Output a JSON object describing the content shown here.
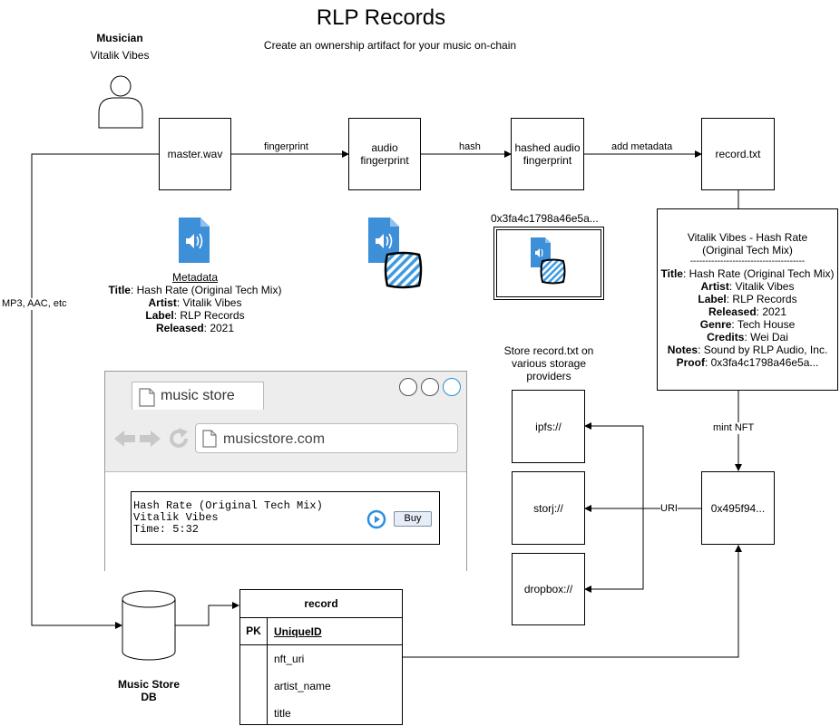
{
  "header": {
    "title": "RLP Records",
    "subtitle": "Create an ownership artifact for your music on-chain"
  },
  "musician": {
    "role": "Musician",
    "name": "Vitalik Vibes"
  },
  "nodes": {
    "master": "master.wav",
    "audio_fp": "audio\nfingerprint",
    "hashed_fp": "hashed audio\nfingerprint",
    "record": "record.txt",
    "nft": "0x495f94...",
    "ipfs": "ipfs://",
    "storj": "storj://",
    "dropbox": "dropbox://"
  },
  "edges": {
    "fingerprint": "fingerprint",
    "hash": "hash",
    "add_metadata": "add metadata",
    "mint_nft": "mint NFT",
    "uri": "URI",
    "formats": "MP3, AAC, etc"
  },
  "hash_value": "0x3fa4c1798a46e5a...",
  "storage_note": "Store record.txt on\nvarious storage\nproviders",
  "metadata": {
    "heading": "Metadata",
    "rows": [
      {
        "key": "Title",
        "value": ": Hash Rate (Original Tech Mix)"
      },
      {
        "key": "Artist",
        "value": ": Vitalik Vibes"
      },
      {
        "key": "Label",
        "value": ": RLP Records"
      },
      {
        "key": "Released",
        "value": ": 2021"
      }
    ]
  },
  "record_card": {
    "heading": "Vitalik Vibes - Hash Rate\n(Original Tech Mix)",
    "divider": "--------------------------------------",
    "rows": [
      {
        "key": "Title",
        "value": ": Hash Rate (Original Tech Mix)"
      },
      {
        "key": "Artist",
        "value": ": Vitalik Vibes"
      },
      {
        "key": "Label",
        "value": ": RLP Records"
      },
      {
        "key": "Released",
        "value": ": 2021"
      },
      {
        "key": "Genre",
        "value": ": Tech House"
      },
      {
        "key": "Credits",
        "value": ": Wei Dai"
      },
      {
        "key": "Notes",
        "value": ": Sound by RLP Audio, Inc."
      },
      {
        "key": "Proof",
        "value": ": 0x3fa4c1798a46e5a..."
      }
    ]
  },
  "browser": {
    "tab_label": "music store",
    "url": "musicstore.com",
    "track_text": "Hash Rate (Original Tech Mix)\nVitalik Vibes\nTime: 5:32",
    "buy_label": "Buy"
  },
  "db": {
    "label": "Music Store\nDB",
    "table_name": "record",
    "pk_label": "PK",
    "pk_field": "UniqueID",
    "fields": [
      "nft_uri",
      "artist_name",
      "title"
    ]
  },
  "colors": {
    "icon_blue": "#3d8fd8",
    "stripe_blue": "#3d9be0",
    "play_blue": "#2b8fe0"
  }
}
